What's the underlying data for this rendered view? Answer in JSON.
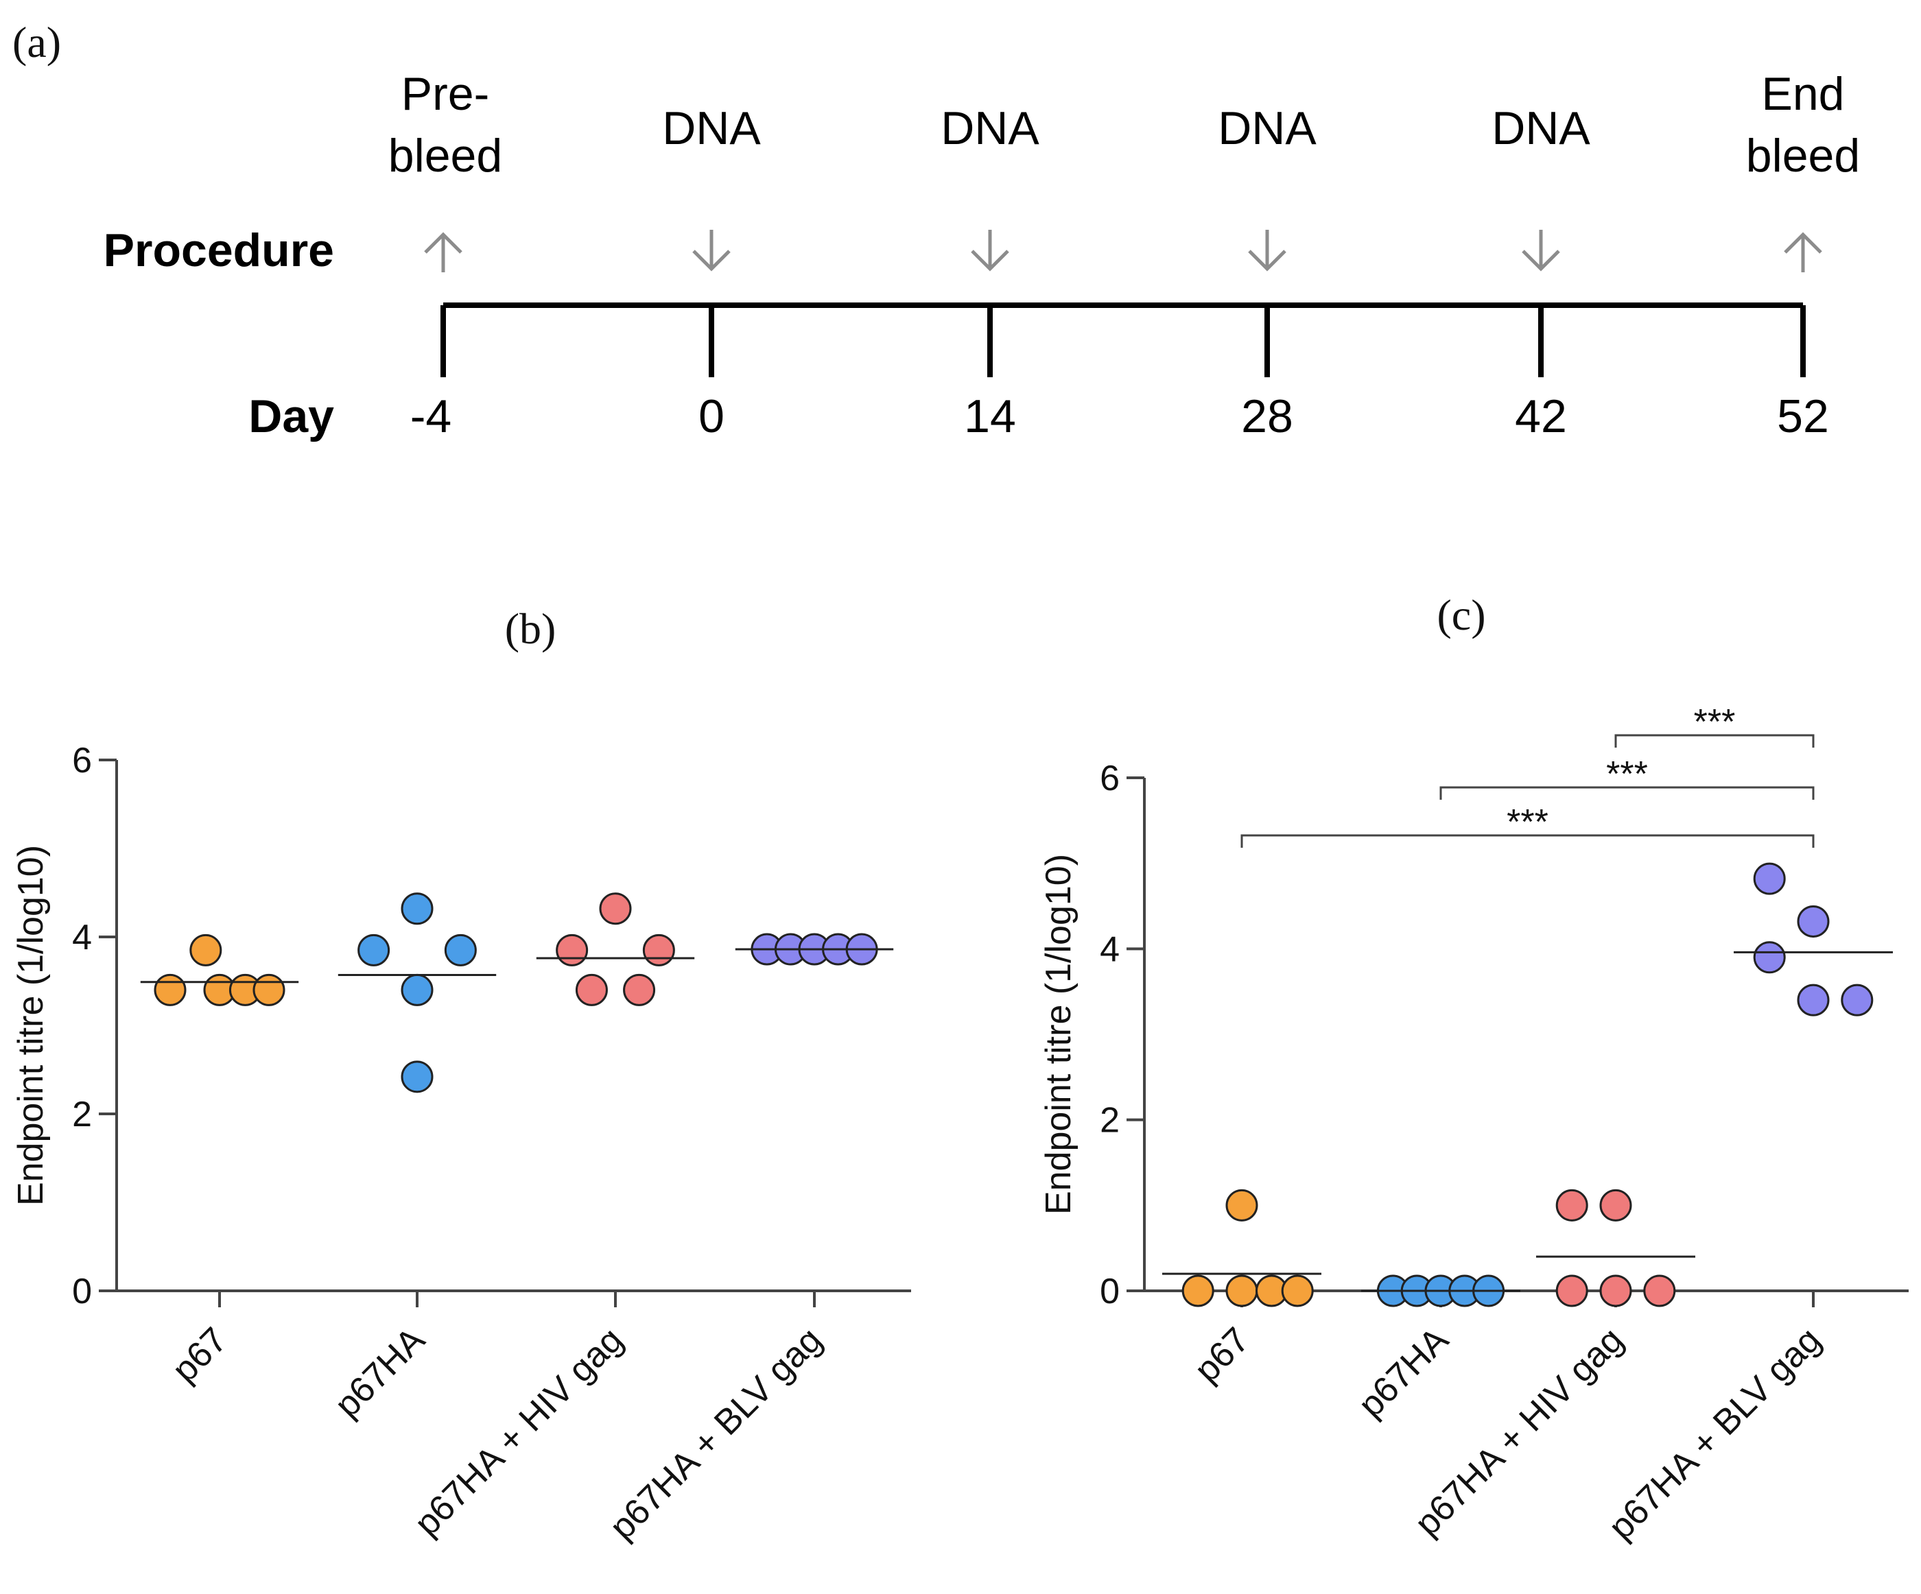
{
  "panel_a": {
    "label": "(a)",
    "procedure_label": "Procedure",
    "day_label": "Day",
    "events": [
      {
        "lines": [
          "Pre-",
          "bleed"
        ],
        "arrow": "up",
        "day": "-4"
      },
      {
        "lines": [
          "DNA"
        ],
        "arrow": "down",
        "day": "0"
      },
      {
        "lines": [
          "DNA"
        ],
        "arrow": "down",
        "day": "14"
      },
      {
        "lines": [
          "DNA"
        ],
        "arrow": "down",
        "day": "28"
      },
      {
        "lines": [
          "DNA"
        ],
        "arrow": "down",
        "day": "42"
      },
      {
        "lines": [
          "End",
          "bleed"
        ],
        "arrow": "up",
        "day": "52"
      }
    ],
    "arrow_color": "#8c8c8c"
  },
  "chart_data": [
    {
      "panel": "(b)",
      "type": "scatter",
      "ylabel": "Endpoint titre (1/log10)",
      "ylim": [
        0,
        6
      ],
      "yticks": [
        "0",
        "2",
        "4",
        "6"
      ],
      "categories": [
        "p67",
        "p67HA",
        "p67HA + HIV gag",
        "p67HA + BLV gag"
      ],
      "series": [
        {
          "color": "#f5a13a",
          "points": [
            [
              -0.25,
              3.4
            ],
            [
              -0.07,
              3.85
            ],
            [
              0.0,
              3.4
            ],
            [
              0.13,
              3.4
            ],
            [
              0.25,
              3.4
            ]
          ],
          "mean": 3.49
        },
        {
          "color": "#4a9de8",
          "points": [
            [
              -0.22,
              3.85
            ],
            [
              0.0,
              4.32
            ],
            [
              0.0,
              3.4
            ],
            [
              0.22,
              3.85
            ],
            [
              0.0,
              2.42
            ]
          ],
          "mean": 3.57
        },
        {
          "color": "#ef7b7b",
          "points": [
            [
              -0.22,
              3.85
            ],
            [
              0.0,
              4.32
            ],
            [
              0.22,
              3.85
            ],
            [
              -0.12,
              3.4
            ],
            [
              0.12,
              3.4
            ]
          ],
          "mean": 3.76
        },
        {
          "color": "#8a86ef",
          "points": [
            [
              -0.24,
              3.86
            ],
            [
              -0.12,
              3.86
            ],
            [
              0.0,
              3.86
            ],
            [
              0.12,
              3.86
            ],
            [
              0.24,
              3.86
            ]
          ],
          "mean": 3.86
        }
      ]
    },
    {
      "panel": "(c)",
      "type": "scatter",
      "ylabel": "Endpoint titre (1/log10)",
      "ylim": [
        0,
        6
      ],
      "yticks": [
        "0",
        "2",
        "4",
        "6"
      ],
      "categories": [
        "p67",
        "p67HA",
        "p67HA + HIV gag",
        "p67HA + BLV gag"
      ],
      "series": [
        {
          "color": "#f5a13a",
          "points": [
            [
              -0.22,
              0.0
            ],
            [
              0.0,
              1.0
            ],
            [
              0.0,
              0.0
            ],
            [
              0.15,
              0.0
            ],
            [
              0.28,
              0.0
            ]
          ],
          "mean": 0.2
        },
        {
          "color": "#4a9de8",
          "points": [
            [
              -0.24,
              0.0
            ],
            [
              -0.12,
              0.0
            ],
            [
              0.0,
              0.0
            ],
            [
              0.12,
              0.0
            ],
            [
              0.24,
              0.0
            ]
          ],
          "mean": 0.0
        },
        {
          "color": "#ef7b7b",
          "points": [
            [
              -0.22,
              1.0
            ],
            [
              0.0,
              1.0
            ],
            [
              -0.22,
              0.0
            ],
            [
              0.0,
              0.0
            ],
            [
              0.22,
              0.0
            ]
          ],
          "mean": 0.4
        },
        {
          "color": "#8a86ef",
          "points": [
            [
              -0.22,
              4.82
            ],
            [
              0.0,
              4.32
            ],
            [
              -0.22,
              3.9
            ],
            [
              0.0,
              3.4
            ],
            [
              0.22,
              3.4
            ]
          ],
          "mean": 3.96
        }
      ],
      "significance": [
        {
          "from": "p67HA + HIV gag",
          "to": "p67HA + BLV gag",
          "label": "***"
        },
        {
          "from": "p67HA",
          "to": "p67HA + BLV gag",
          "label": "***"
        },
        {
          "from": "p67",
          "to": "p67HA + BLV gag",
          "label": "***"
        }
      ]
    }
  ]
}
